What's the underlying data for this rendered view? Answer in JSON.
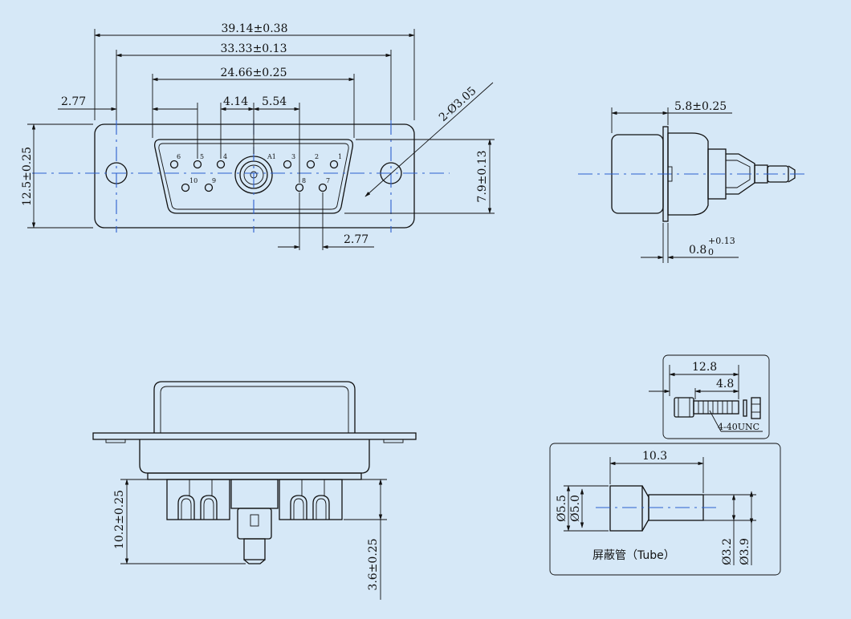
{
  "dimensions": {
    "overall_width": "39.14±0.38",
    "mount_hole_pitch": "33.33±0.13",
    "body_width": "24.66±0.25",
    "left_offset": "2.77",
    "coax_offset": "4.14",
    "pin_offset": "5.54",
    "hole_callout": "2-Ø3.05",
    "flange_height": "12.5±0.25",
    "body_height": "7.9±0.13",
    "bottom_pitch": "2.77",
    "side_depth": "5.8±0.25",
    "flange_thickness_base": "0.8",
    "flange_thickness_tol_upper": "+0.13",
    "flange_thickness_tol_lower": "0",
    "pin_length": "10.2±0.25",
    "contact_length": "3.6±0.25",
    "screw_length": "12.8",
    "screw_thread": "4.8",
    "screw_spec": "4-40UNC",
    "tube_length": "10.3",
    "tube_od_large": "Ø5.5",
    "tube_id_large": "Ø5.0",
    "tube_od_small": "Ø3.9",
    "tube_id_small": "Ø3.2",
    "tube_label": "屏蔽管（Tube）"
  },
  "pin_labels": {
    "p1": "1",
    "p2": "2",
    "p3": "3",
    "p4": "4",
    "p5": "5",
    "p6": "6",
    "p7": "7",
    "p8": "8",
    "p9": "9",
    "p10": "10",
    "coax": "A1"
  },
  "colors": {
    "background": "#d6e8f7",
    "line": "#111111",
    "centerline": "#2b5fcf"
  }
}
